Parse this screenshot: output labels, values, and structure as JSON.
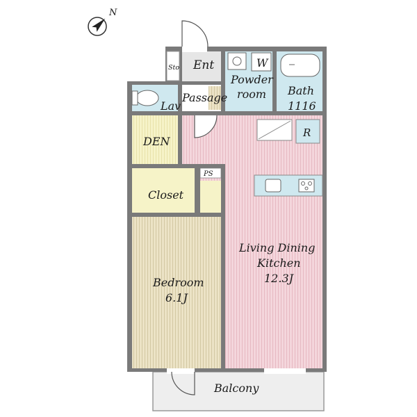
{
  "plan": {
    "north_label": "N",
    "rooms": {
      "storage": "Sto",
      "entrance": "Ent",
      "washer": "W",
      "powder_room": [
        "Powder",
        "room"
      ],
      "bath": [
        "Bath",
        "1116"
      ],
      "lavatory": "Lav",
      "passage": "Passage",
      "refrigerator": "R",
      "den": "DEN",
      "pipe_space": "PS",
      "closet": "Closet",
      "ldk": [
        "Living Dining",
        "Kitchen",
        "12.3J"
      ],
      "bedroom": [
        "Bedroom",
        "6.1J"
      ],
      "balcony": "Balcony"
    }
  },
  "colors": {
    "wall": "#7a7a7a",
    "ldk_floor": "#f4d6dc",
    "bedroom_floor": "#ece3c6",
    "wet_area": "#cfe8ef",
    "den_closet": "#f6f3c8",
    "entry": "#e6e6e6",
    "balcony": "#eeeeee"
  }
}
